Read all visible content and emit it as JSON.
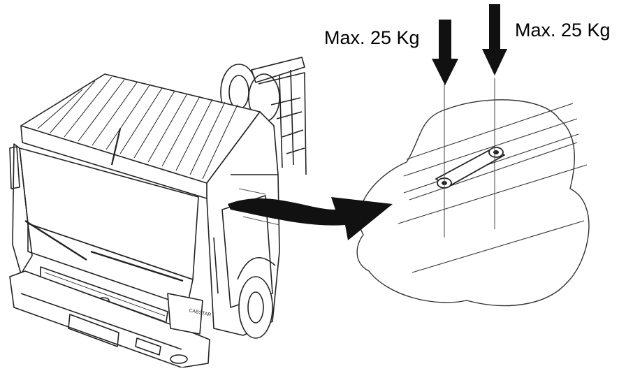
{
  "labels": {
    "load_left": "Max. 25 Kg",
    "load_right": "Max. 25 Kg"
  },
  "truck_badge": "CABSTAR",
  "colors": {
    "line": "#000000",
    "background": "#ffffff",
    "detail_line": "#333333"
  },
  "icons": {
    "load_arrow": "arrow-down-icon",
    "transfer_arrow": "curved-arrow-icon"
  }
}
